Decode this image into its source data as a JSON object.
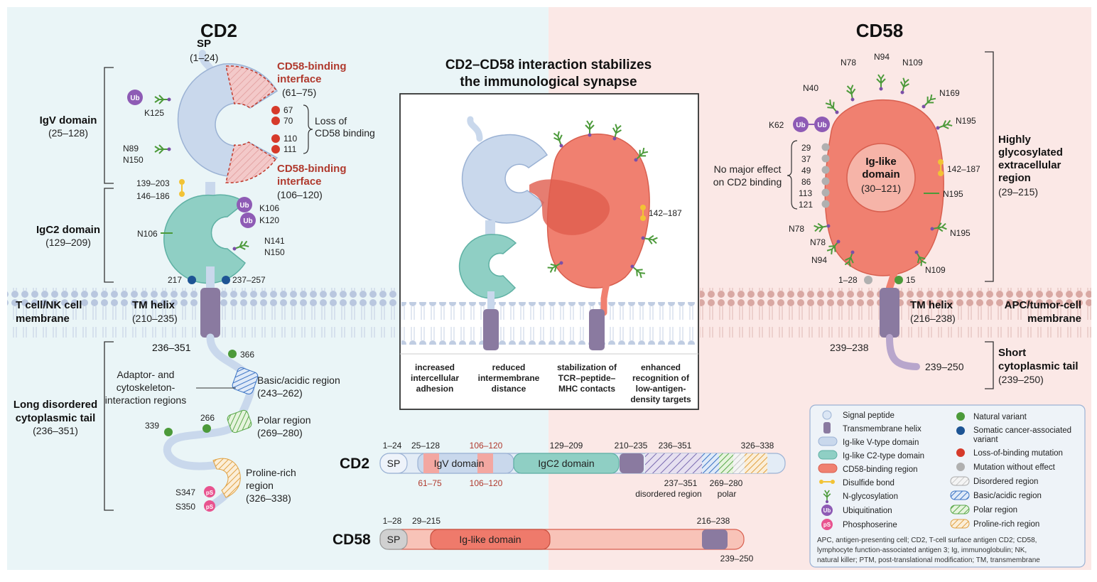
{
  "titles": {
    "cd2": "CD2",
    "cd58": "CD58",
    "center_line1": "CD2–CD58 interaction stabilizes",
    "center_line2": "the immunological synapse"
  },
  "cd2": {
    "sp_label": "SP",
    "sp_range": "(1–24)",
    "binding_interface_1": [
      "CD58-binding",
      "interface",
      "(61–75)"
    ],
    "binding_interface_2": [
      "CD58-binding",
      "interface",
      "(106–120)"
    ],
    "loss_mutations": [
      "67",
      "70",
      "110",
      "111"
    ],
    "loss_label": [
      "Loss of",
      "CD58 binding"
    ],
    "igv_domain": [
      "IgV domain",
      "(25–128)"
    ],
    "igc2_domain": [
      "IgC2 domain",
      "(129–209)"
    ],
    "ub_sites": [
      "K125",
      "K106",
      "K120"
    ],
    "glyco_sites": [
      "N89",
      "N150",
      "N106",
      "N141",
      "N150"
    ],
    "disulfides": [
      "139–203",
      "146–186"
    ],
    "somatic_variants": [
      "217",
      "237–257"
    ],
    "membrane_label": [
      "T cell/NK cell",
      "membrane"
    ],
    "tm_helix": [
      "TM helix",
      "(210–235)"
    ],
    "tail_start": "236–351",
    "natural_variants": [
      "366",
      "266",
      "339"
    ],
    "adaptor_label": [
      "Adaptor- and",
      "cytoskeleton-",
      "interaction regions"
    ],
    "basic_region": [
      "Basic/acidic region",
      "(243–262)"
    ],
    "polar_region": [
      "Polar region",
      "(269–280)"
    ],
    "proline_region": [
      "Proline-rich",
      "region",
      "(326–338)"
    ],
    "phospho_sites": [
      "S347",
      "S350"
    ],
    "long_tail": [
      "Long disordered",
      "cytoplasmic tail",
      "(236–351)"
    ]
  },
  "cd58": {
    "glyco_top": [
      "N78",
      "N94",
      "N109",
      "N40",
      "N169",
      "N195"
    ],
    "ub_site": "K62",
    "no_effect_label": [
      "No major effect",
      "on CD2 binding"
    ],
    "no_effect_mutations": [
      "29",
      "37",
      "49",
      "86",
      "113",
      "121"
    ],
    "ig_domain": [
      "Ig-like",
      "domain",
      "(30–121)"
    ],
    "disulfide": "142–187",
    "glyco_right": [
      "N195",
      "N195"
    ],
    "glyco_bottom": [
      "N78",
      "N78",
      "N94",
      "N109"
    ],
    "glyco_left_lower": [
      "N78"
    ],
    "variant_neutral": "1–28",
    "variant_natural": "15",
    "region_label": [
      "Highly",
      "glycosylated",
      "extracellular",
      "region",
      "(29–215)"
    ],
    "membrane_label": [
      "APC/tumor-cell",
      "membrane"
    ],
    "tm_helix": [
      "TM helix",
      "(216–238)"
    ],
    "tail_start": "239–238",
    "tail_end": "239–250",
    "short_tail": [
      "Short",
      "cytoplasmic tail",
      "(239–250)"
    ]
  },
  "center": {
    "disulfide": "142–187",
    "effects": [
      [
        "increased",
        "intercellular",
        "adhesion"
      ],
      [
        "reduced",
        "intermembrane",
        "distance"
      ],
      [
        "stabilization of",
        "TCR–peptide–",
        "MHC contacts"
      ],
      [
        "enhanced",
        "recognition of",
        "low-antigen-",
        "density targets"
      ]
    ]
  },
  "bars": {
    "cd2_label": "CD2",
    "cd58_label": "CD58",
    "cd2_top": [
      "1–24",
      "25–128",
      "106–120",
      "129–209",
      "210–235",
      "236–351",
      "326–338"
    ],
    "cd2_segments": [
      "SP",
      "IgV domain",
      "IgC2 domain"
    ],
    "cd2_bottom": [
      "61–75",
      "106–120",
      "237–351",
      "disordered region",
      "269–280",
      "polar"
    ],
    "cd58_top": [
      "1–28",
      "29–215",
      "216–238"
    ],
    "cd58_segments": [
      "SP",
      "Ig-like domain"
    ],
    "cd58_bottom": "239–250"
  },
  "legend": {
    "left": [
      "Signal peptide",
      "Transmembrane helix",
      "Ig-like V-type domain",
      "Ig-like C2-type domain",
      "CD58-binding region",
      "Disulfide bond",
      "N-glycosylation",
      "Ubiquitination",
      "Phosphoserine"
    ],
    "right": [
      "Natural variant",
      "Somatic cancer-associated",
      "variant",
      "Loss-of-binding mutation",
      "Mutation without effect",
      "Disordered region",
      "Basic/acidic region",
      "Polar region",
      "Proline-rich region"
    ],
    "ub_glyph": "Ub",
    "ps_glyph": "pS",
    "footnote": [
      "APC, antigen-presenting cell; CD2, T-cell surface antigen CD2; CD58,",
      "lymphocyte function-associated antigen 3; Ig, immunoglobulin; NK,",
      "natural killer; PTM, post-translational modification; TM, transmembrane"
    ]
  },
  "colors": {
    "left_bg": "#eaf5f7",
    "right_bg": "#fbe8e6",
    "igv": "#c9d8ec",
    "igc2": "#8fcfc4",
    "cd58": "#f08070",
    "tm": "#8a7aa0",
    "ub": "#8e5bb5",
    "glyco": "#4c9a3a"
  }
}
